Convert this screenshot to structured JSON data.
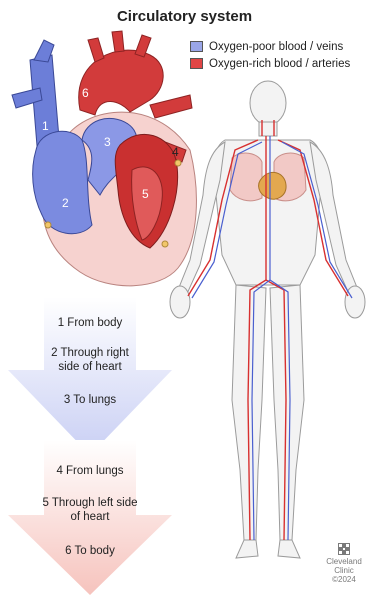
{
  "title": "Circulatory system",
  "legend": [
    {
      "label": "Oxygen-poor blood / veins",
      "color": "#9aa6e8"
    },
    {
      "label": "Oxygen-rich blood / arteries",
      "color": "#e04545"
    }
  ],
  "heart_labels": [
    "1",
    "2",
    "3",
    "4",
    "5",
    "6"
  ],
  "steps_blue": [
    {
      "text": "1 From body"
    },
    {
      "text": "2 Through right side of heart"
    },
    {
      "text": "3 To lungs"
    }
  ],
  "steps_red": [
    {
      "text": "4 From lungs"
    },
    {
      "text": "5 Through left side of heart"
    },
    {
      "text": "6 To body"
    }
  ],
  "logo": {
    "line1": "Cleveland",
    "line2": "Clinic",
    "line3": "©2024"
  }
}
